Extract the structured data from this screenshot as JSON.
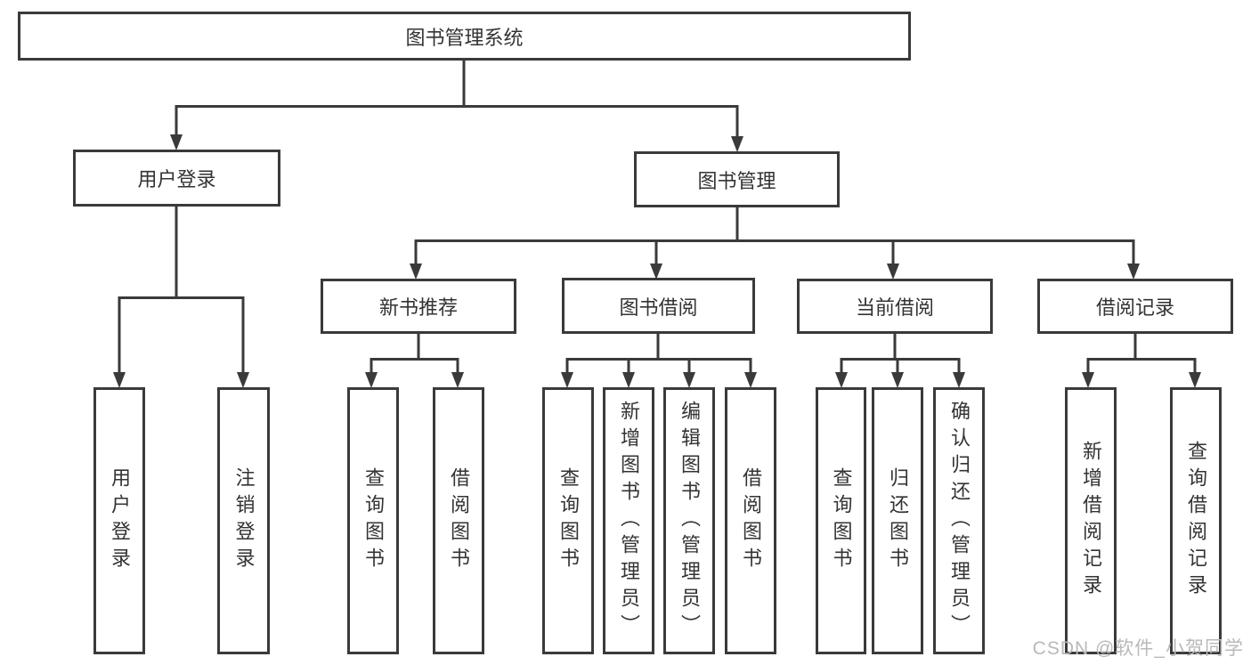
{
  "diagram": {
    "root": {
      "label": "图书管理系统"
    },
    "user_login": {
      "label": "用户登录",
      "children": [
        {
          "label": "用户登录"
        },
        {
          "label": "注销登录"
        }
      ]
    },
    "book_management": {
      "label": "图书管理",
      "sections": [
        {
          "label": "新书推荐",
          "children": [
            {
              "label": "查询图书"
            },
            {
              "label": "借阅图书"
            }
          ]
        },
        {
          "label": "图书借阅",
          "children": [
            {
              "label": "查询图书"
            },
            {
              "label": "新增图书（管理员）"
            },
            {
              "label": "编辑图书（管理员）"
            },
            {
              "label": "借阅图书"
            }
          ]
        },
        {
          "label": "当前借阅",
          "children": [
            {
              "label": "查询图书"
            },
            {
              "label": "归还图书"
            },
            {
              "label": "确认归还（管理员）"
            }
          ]
        },
        {
          "label": "借阅记录",
          "children": [
            {
              "label": "新增借阅记录"
            },
            {
              "label": "查询借阅记录"
            }
          ]
        }
      ]
    }
  },
  "watermark": "CSDN @软件_小贺同学",
  "colors": {
    "line": "#3a3a3a",
    "text": "#333333",
    "watermark": "#b9b9b9",
    "background": "#ffffff"
  }
}
